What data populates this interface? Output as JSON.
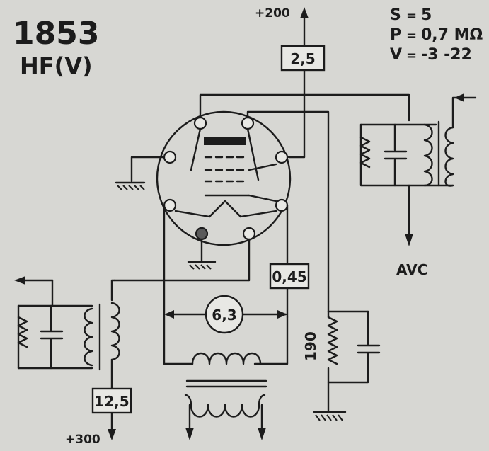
{
  "header": {
    "tube_code": "1853",
    "function": "HF(V)"
  },
  "specs": [
    {
      "key": "S",
      "op": "=",
      "value": "5"
    },
    {
      "key": "P",
      "op": "=",
      "value": "0,7 MΩ"
    },
    {
      "key": "V",
      "op": "=",
      "value": "-3 -22"
    }
  ],
  "labels": {
    "plus200": "+200",
    "plus300": "+300",
    "avc": "AVC",
    "r190": "190",
    "box_anode": "2,5",
    "box_screen": "0,45",
    "box_grid": "12,5",
    "heater": "6,3"
  }
}
